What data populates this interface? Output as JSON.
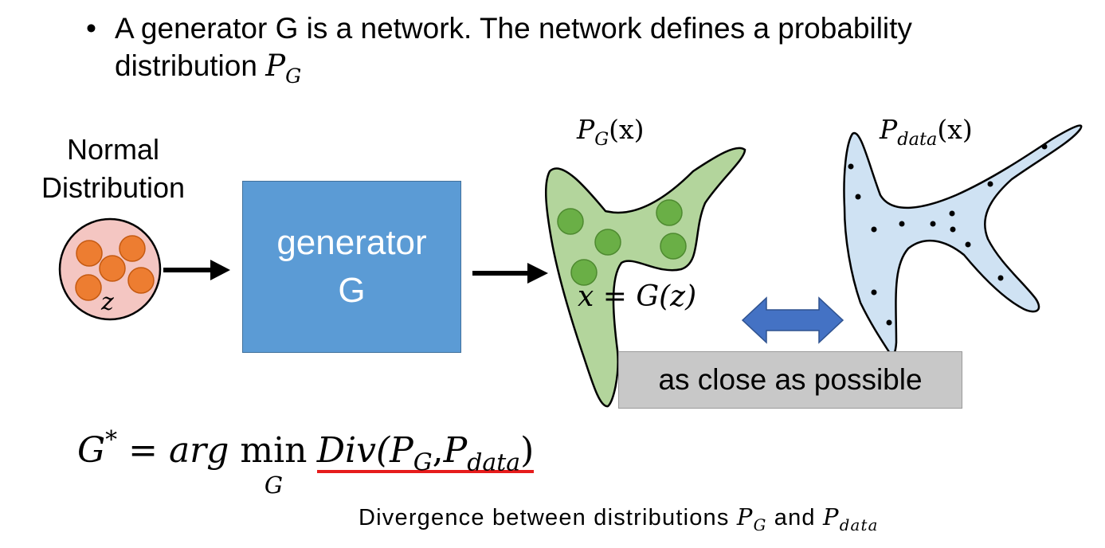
{
  "bullet": {
    "symbol": "•",
    "text": "A generator G is a network. The network defines a probability distribution ",
    "math_P": "P",
    "math_sub": "G"
  },
  "input": {
    "label_line1": "Normal",
    "label_line2": "Distribution",
    "variable": "z"
  },
  "generator": {
    "line1": "generator",
    "line2": "G"
  },
  "generated": {
    "label_P": "P",
    "label_sub": "G",
    "label_arg": "(x)",
    "equation": "x = G(z)"
  },
  "real": {
    "label_P": "P",
    "label_sub": "data",
    "label_arg": "(x)"
  },
  "compare": {
    "text": "as close as possible"
  },
  "formula": {
    "lhs": "G",
    "lhs_sup": "*",
    "eq": " = ",
    "arg": "arg ",
    "min": "min",
    "min_sub": "G",
    "div": "Div(",
    "p1": "P",
    "p1_sub": "G",
    "comma": ",",
    "p2": "P",
    "p2_sub": "data",
    "close": ")"
  },
  "caption": {
    "text": "Divergence between distributions ",
    "p1": "P",
    "p1_sub": "G",
    "and": " and ",
    "p2": "P",
    "p2_sub": "data"
  },
  "colors": {
    "generator_fill": "#5b9bd5",
    "generated_fill": "#b3d59c",
    "real_fill": "#cfe2f3",
    "ball_fill": "#ed7d31",
    "normal_fill": "#f4c6c2",
    "green_dot": "#6aaf46",
    "double_arrow": "#4472c4",
    "underline": "#e61c1c"
  }
}
